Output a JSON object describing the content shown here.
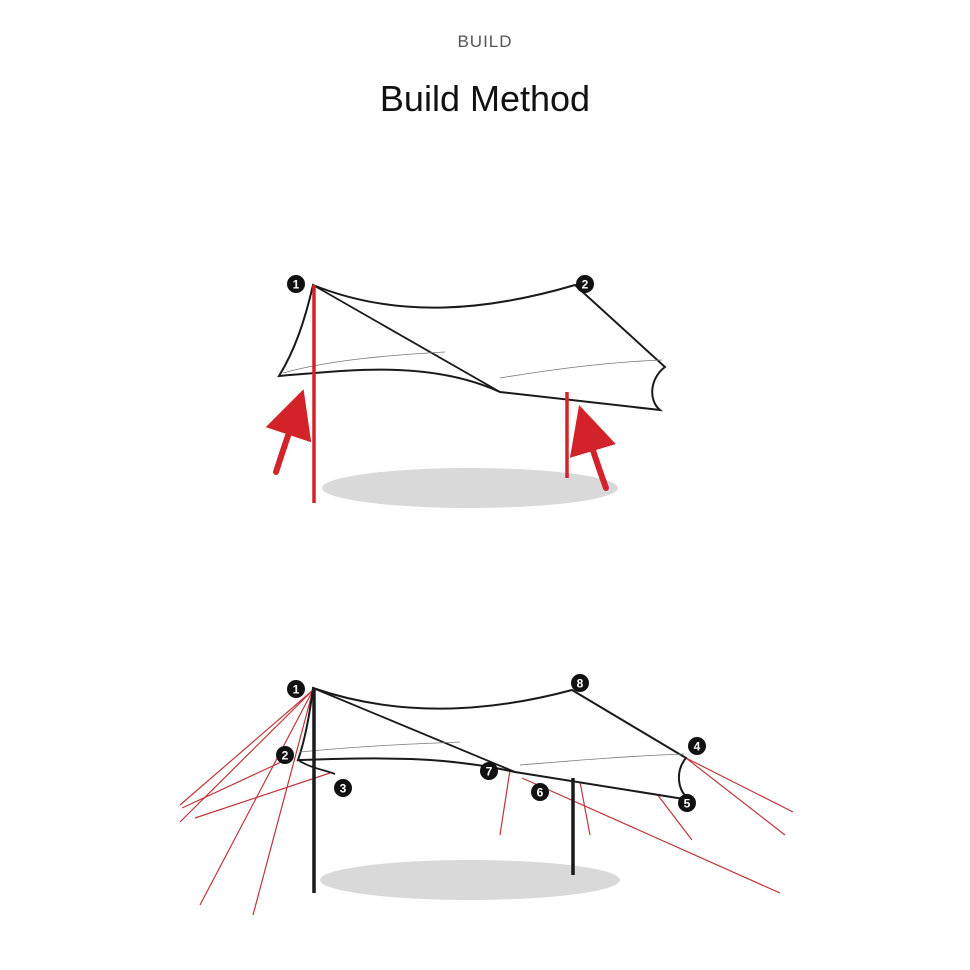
{
  "header": {
    "eyebrow": "BUILD",
    "title": "Build Method"
  },
  "colors": {
    "pole_red": "#d2232a",
    "guy_line": "#c0353a",
    "tarp_outline": "#1a1a1a",
    "shadow": "#d9d9d9",
    "badge": "#111111"
  },
  "steps": [
    {
      "name": "step-1-raise-poles",
      "markers": [
        "1",
        "2"
      ]
    },
    {
      "name": "step-2-guy-lines",
      "markers": [
        "1",
        "2",
        "3",
        "4",
        "5",
        "6",
        "7",
        "8"
      ]
    }
  ]
}
